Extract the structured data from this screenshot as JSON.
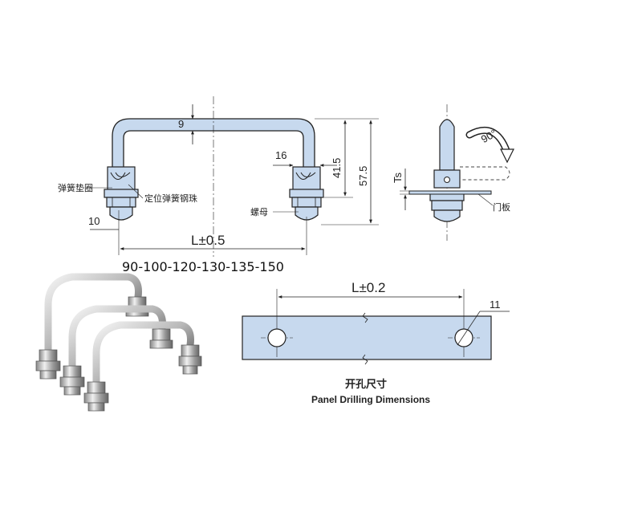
{
  "handle_drawing": {
    "dim_diameter": "9",
    "dim_height_inner": "41.5",
    "dim_height_total": "57.5",
    "dim_thread": "16",
    "dim_base": "10",
    "dim_length": "L±0.5",
    "label_spring_washer": "弹簧垫圈",
    "label_spring_ball": "定位弹簧钢珠",
    "label_nut": "螺母"
  },
  "lengths_text": "90-100-120-130-135-150",
  "side_view": {
    "dim_ts": "Ts",
    "angle": "90°",
    "label_door": "门板"
  },
  "panel": {
    "dim_length": "L±0.2",
    "dim_hole": "11",
    "title_cn": "开孔尺寸",
    "title_en": "Panel Drilling Dimensions"
  },
  "colors": {
    "part_fill": "#c7d9ee",
    "line": "#222222",
    "metal_light": "#e8e8e8",
    "metal_dark": "#6d6d6d"
  }
}
